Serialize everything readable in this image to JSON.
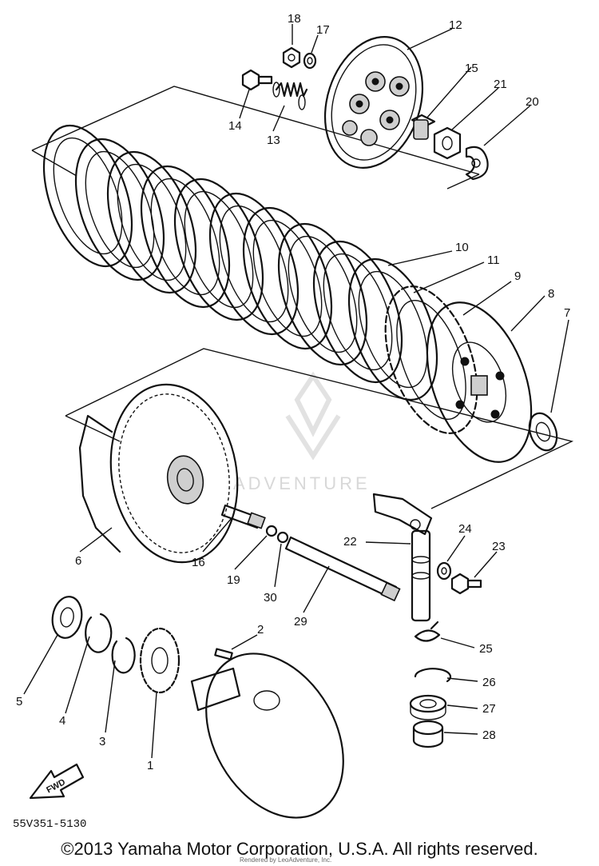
{
  "callouts": {
    "c1": "1",
    "c2": "2",
    "c3": "3",
    "c4": "4",
    "c5": "5",
    "c6": "6",
    "c7": "7",
    "c8": "8",
    "c9": "9",
    "c10": "10",
    "c11": "11",
    "c12": "12",
    "c13": "13",
    "c14": "14",
    "c15": "15",
    "c16": "16",
    "c17": "17",
    "c18": "18",
    "c19": "19",
    "c20": "20",
    "c21": "21",
    "c22": "22",
    "c23": "23",
    "c24": "24",
    "c25": "25",
    "c26": "26",
    "c27": "27",
    "c28": "28",
    "c29": "29",
    "c30": "30"
  },
  "fwd_label": "FWD",
  "diagram_code": "55V351-5130",
  "watermark": "ADVENTURE",
  "render_credit": "Rendered by LeoAdventure, Inc.",
  "copyright": "©2013 Yamaha Motor Corporation, U.S.A. All rights reserved.",
  "colors": {
    "ink": "#111111",
    "watermark": "#d8d8d8",
    "background": "#ffffff"
  }
}
